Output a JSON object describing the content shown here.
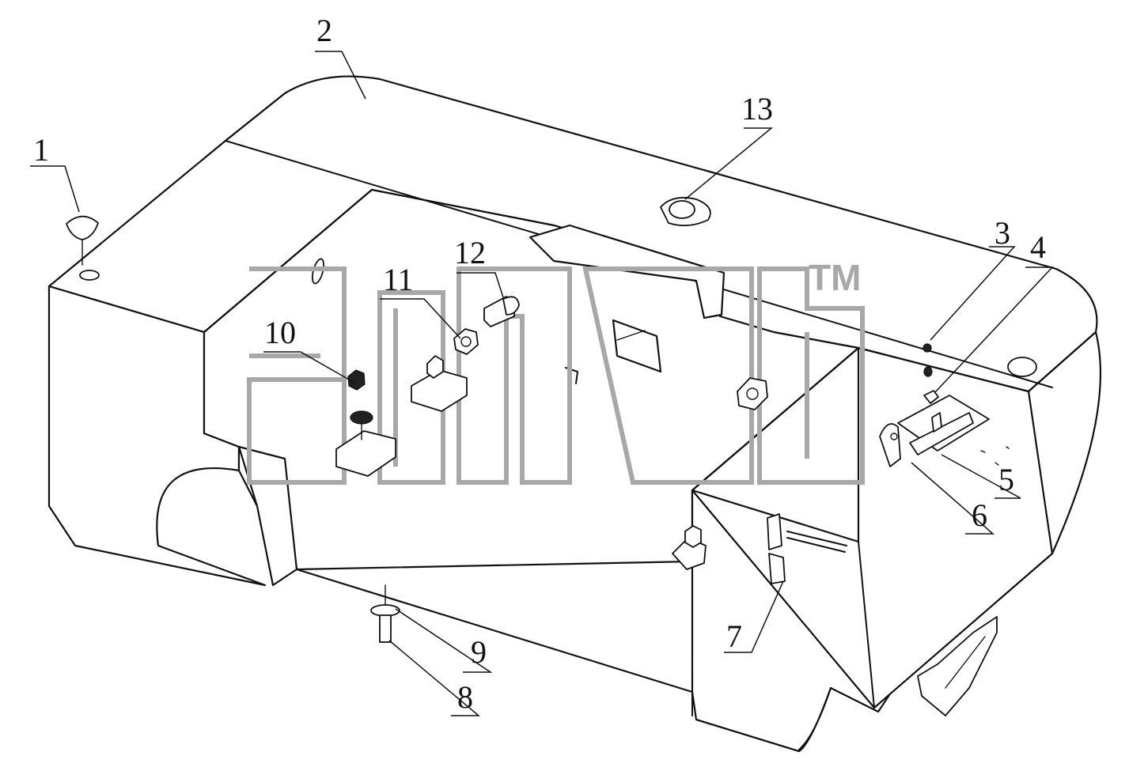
{
  "watermark": {
    "text": "amb",
    "trademark": "TM",
    "color": "#a8a8a8"
  },
  "callouts": [
    {
      "id": "1",
      "label": "1"
    },
    {
      "id": "2",
      "label": "2"
    },
    {
      "id": "3",
      "label": "3"
    },
    {
      "id": "4",
      "label": "4"
    },
    {
      "id": "5",
      "label": "5"
    },
    {
      "id": "6",
      "label": "6"
    },
    {
      "id": "7",
      "label": "7"
    },
    {
      "id": "8",
      "label": "8"
    },
    {
      "id": "9",
      "label": "9"
    },
    {
      "id": "10",
      "label": "10"
    },
    {
      "id": "11",
      "label": "11"
    },
    {
      "id": "12",
      "label": "12"
    },
    {
      "id": "13",
      "label": "13"
    }
  ]
}
